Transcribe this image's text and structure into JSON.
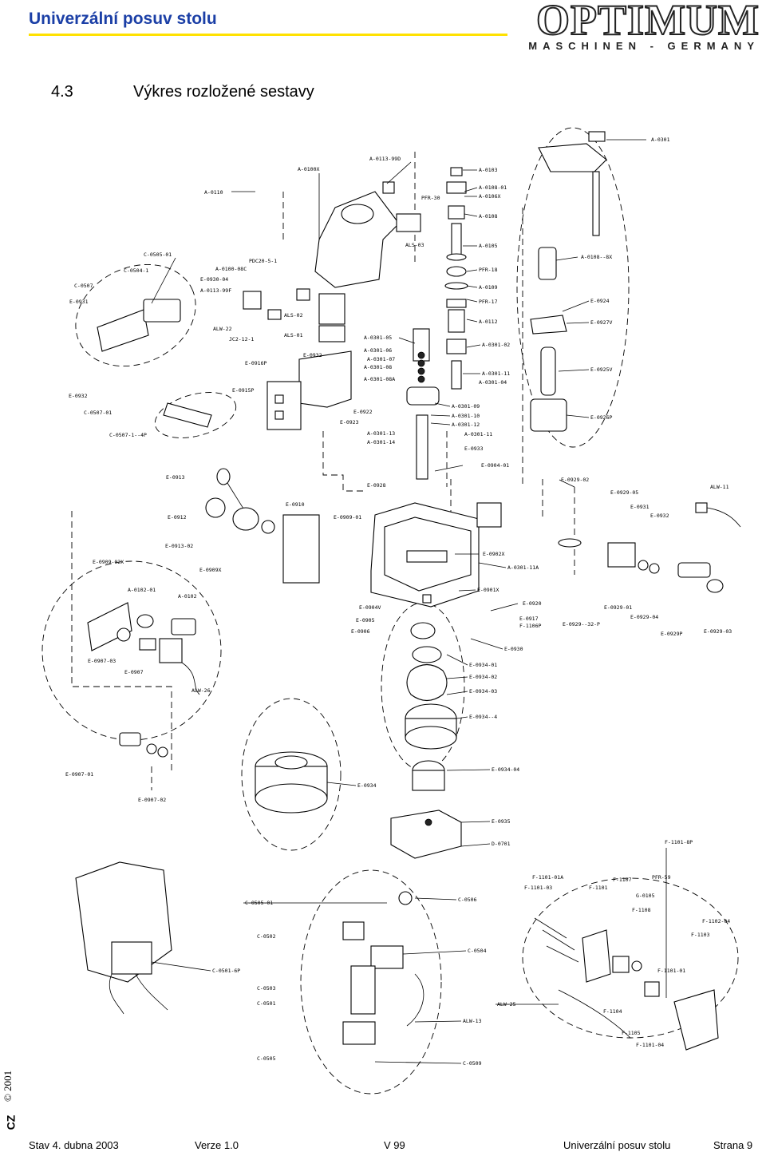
{
  "header": {
    "title": "Univerzální posuv stolu",
    "logo_main": "OPTIMUM",
    "logo_sub": "MASCHINEN - GERMANY"
  },
  "section": {
    "number": "4.3",
    "title": "Výkres rozložené sestavy"
  },
  "side": {
    "copyright": "© 2001",
    "language": "CZ"
  },
  "footer": {
    "status": "Stav 4. dubna 2003",
    "version": "Verze 1.0",
    "code": "V 99",
    "product": "Univerzální posuv stolu",
    "page": "Strana 9"
  },
  "part_labels": {
    "a0301": "A-0301",
    "a0113": "A-0113-99D",
    "a0100x": "A-0100X",
    "a0103": "A-0103",
    "a010801": "A-0108-01",
    "a0106x": "A-0106X",
    "pfr30": "PFR-30",
    "a0110": "A-0110",
    "a0108": "A-0108",
    "als03": "ALS-03",
    "a0105": "A-0105",
    "a01088x": "A-0108--8X",
    "c050501": "C-0505-01",
    "pdc": "PDC20-5-1",
    "c05041": "C-0504-1",
    "a0100": "A-0100-08C",
    "c0507": "C-0507",
    "e093004": "E-0930-04",
    "a0113f": "A-0113-99F",
    "pfr18": "PFR-18",
    "a0109": "A-0109",
    "e0931": "E-0931",
    "pfr17": "PFR-17",
    "e0924": "E-0924",
    "als02": "ALS-02",
    "a0112": "A-0112",
    "e0927v": "E-0927V",
    "alw22": "ALW-22",
    "als01": "ALS-01",
    "jc2": "JC2-12-1",
    "a030105": "A-0301-05",
    "a030102": "A-0301-02",
    "a030106": "A-0301-06",
    "a030107": "A-0301-07",
    "e0932": "E-0932",
    "a030108": "A-0301-08",
    "e0916p": "E-0916P",
    "a030111": "A-0301-11",
    "e0925v": "E-0925V",
    "a030108a": "A-0301-08A",
    "a030104": "A-0301-04",
    "e0932b": "E-0932",
    "e0915p": "E-0915P",
    "a030109": "A-0301-09",
    "e0922": "E-0922",
    "a030110": "A-0301-10",
    "e0926p": "E-0926P",
    "c050701": "C-0507-01",
    "e0923": "E-0923",
    "a030112": "A-0301-12",
    "a030113": "A-0301-13",
    "a030111b": "A-0301-11",
    "c05071": "C-0507-1--4P",
    "a030114": "A-0301-14",
    "e0933": "E-0933",
    "e090401": "E-0904-01",
    "e0913": "E-0913",
    "e092902": "E-0929-02",
    "e0928": "E-0928",
    "e092905": "E-0929-05",
    "alw11": "ALW-11",
    "e0931b": "E-0931",
    "e0910": "E-0910",
    "e0932c": "E-0932",
    "e0912": "E-0912",
    "e090901": "E-0909-01",
    "e091302": "E-0913-02",
    "e0902x": "E-0902X",
    "e090902x": "E-0909-02X",
    "e0909x": "E-0909X",
    "a030111a": "A-0301-11A",
    "a010201": "A-0102-01",
    "a0102": "A-0102",
    "e0901x": "E-0901X",
    "e0904v": "E-0904V",
    "e0920": "E-0920",
    "e092901": "E-0929-01",
    "e0905": "E-0905",
    "e0917": "E-0917",
    "e092904": "E-0929-04",
    "e0906": "E-0906",
    "f1106p": "F-1106P",
    "e092932p": "E-0929--32-P",
    "e0929p": "E-0929P",
    "e092903": "E-0929-03",
    "e090703": "E-0907-03",
    "e0930": "E-0930",
    "e0907": "E-0907",
    "e093401": "E-0934-01",
    "e093402": "E-0934-02",
    "alw26": "ALW-26",
    "e093403": "E-0934-03",
    "e09344": "E-0934--4",
    "e090701": "E-0907-01",
    "e093404": "E-0934-04",
    "e0934": "E-0934",
    "e090702": "E-0907-02",
    "e0935": "E-0935",
    "d0701": "D-0701",
    "f11018p": "F-1101-8P",
    "f110101a": "F-1101-01A",
    "f1107": "F-1107",
    "pfr59": "PFR-59",
    "f110103": "F-1101-03",
    "f1101": "F-1101",
    "g0105": "G-0105",
    "c050501b": "C-0505-01",
    "c0506": "C-0506",
    "f1108": "F-1108",
    "f110204": "F-1102-04",
    "c0502": "C-0502",
    "f1103": "F-1103",
    "c0504": "C-0504",
    "c05016p": "C-0501-6P",
    "f110101": "F-1101-01",
    "c0503": "C-0503",
    "c0501": "C-0501",
    "alw25": "ALW-25",
    "f1104": "F-1104",
    "alw13": "ALW-13",
    "f1105": "F-1105",
    "f110104": "F-1101-04",
    "c0505": "C-0505",
    "c0509": "C-0509"
  }
}
